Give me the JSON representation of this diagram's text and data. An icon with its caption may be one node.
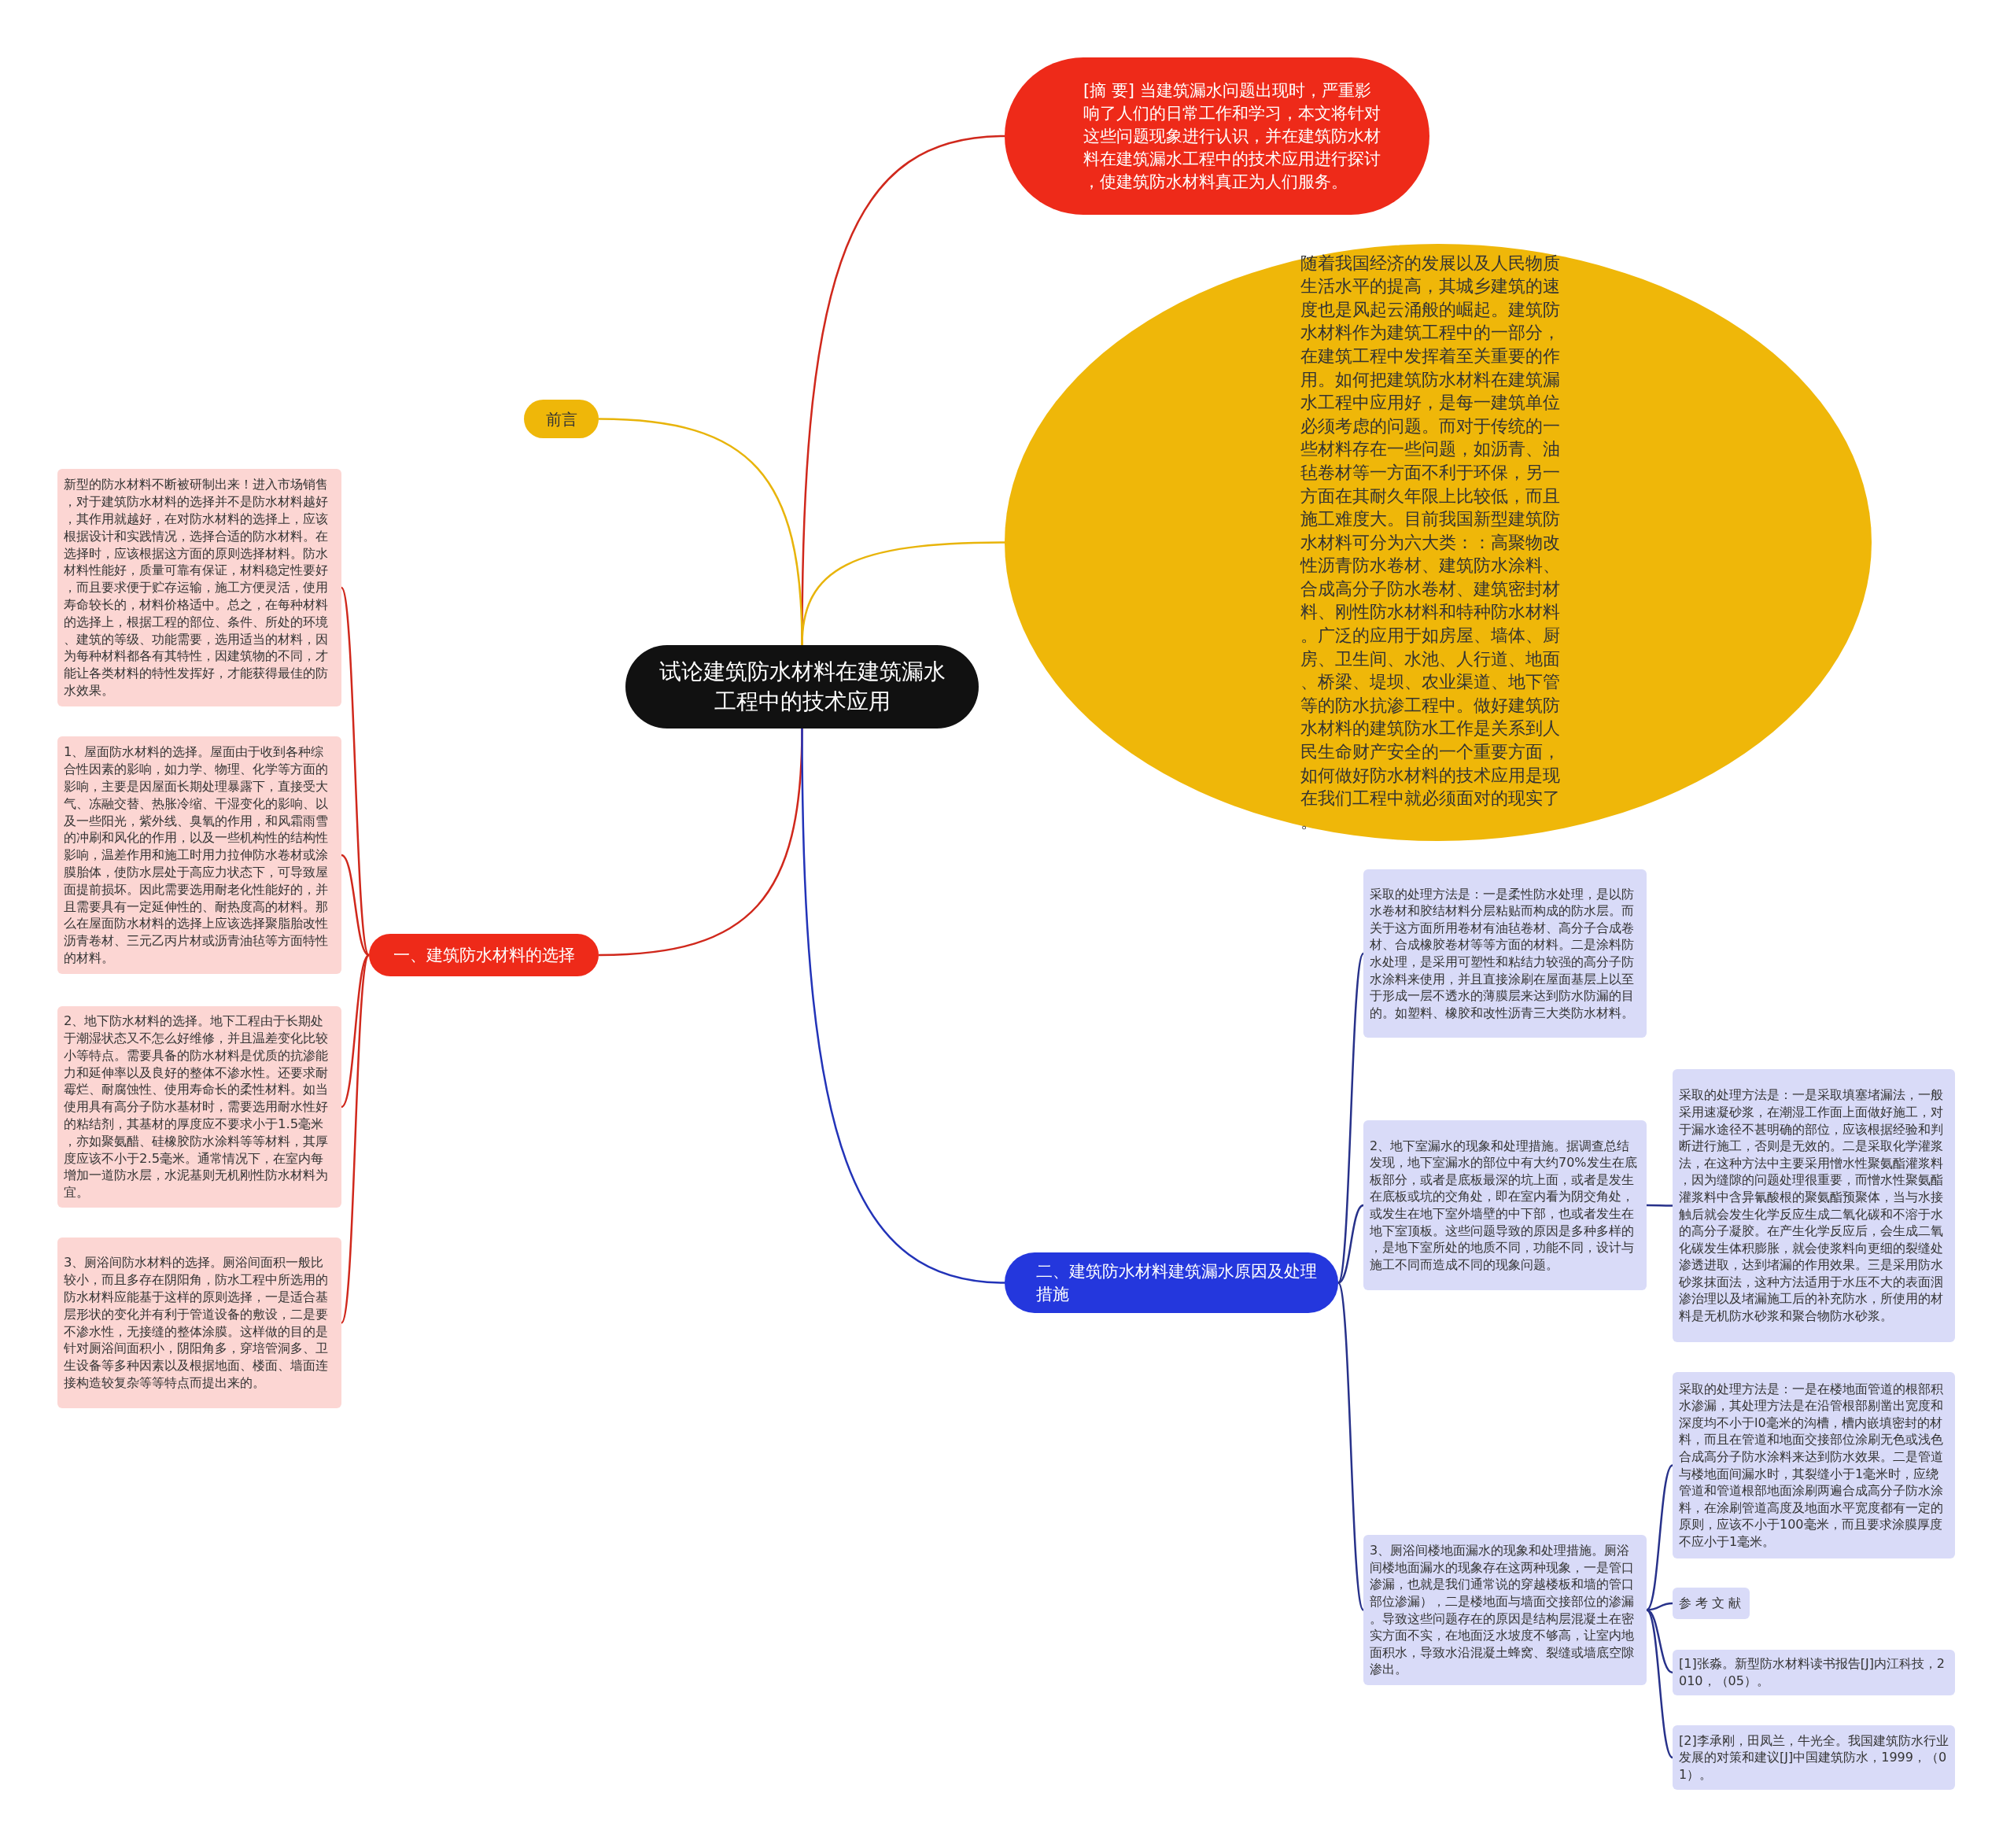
{
  "diagram": {
    "nodes": [
      {
        "text": [
          "试论建筑防水材料在建筑漏水工程中的技术应用"
        ]
      },
      {
        "text": [
          "[摘 要] 当建筑漏水问题出现时，严重影响了人们的日常工作和学习，本文将针对这些问题现象进行认识，并在建筑防水材料在建筑漏水工程中的技术应用进行探讨，使建筑防水材料真正为人们服务。"
        ]
      },
      {
        "text": [
          "前言"
        ]
      },
      {
        "text": [
          "随着我国经济的发展以及人民物质生活水平的提高，其城乡建筑的速度也是风起云涌般的崛起。建筑防水材料作为建筑工程中的一部分，在建筑工程中发挥着至关重要的作用。如何把建筑防水材料在建筑漏水工程中应用好，是每一建筑单位必须考虑的问题。而对于传统的一些材料存在一些问题，如沥青、油毡卷材等一方面不利于环保，另一方面在其耐久年限上比较低，而且施工难度大。目前我国新型建筑防水材料可分为六大类：：高聚物改性沥青防水卷材、建筑防水涂料、合成高分子防水卷材、建筑密封材料、刚性防水材料和特种防水材料。广泛的应用于如房屋、墙体、厨房、卫生间、水池、人行道、地面、桥梁、堤坝、农业渠道、地下管等的防水抗渗工程中。做好建筑防水材料的建筑防水工作是关系到人民生命财产安全的一个重要方面，如何做好防水材料的技术应用是现在我们工程中就必须面对的现实了。"
        ]
      },
      {
        "text": [
          "一、建筑防水材料的选择"
        ]
      },
      {
        "text": [
          "新型的防水材料不断被研制出来！进入市场销售，对于建筑防水材料的选择并不是防水材料越好，其作用就越好，在对防水材料的选择上，应该根据设计和实践情况，选择合适的防水材料。在选择时，应该根据这方面的原则选择材料。防水材料性能好，质量可靠有保证，材料稳定性要好，而且要求便于贮存运输，施工方便灵活，使用寿命较长的，材料价格适中。总之，在每种材料的选择上，根据工程的部位、条件、所处的环境、建筑的等级、功能需要，选用适当的材料，因为每种材料都各有其特性，因建筑物的不同，才能让各类材料的特性发挥好，才能获得最佳的防水效果。"
        ]
      },
      {
        "text": [
          "1、屋面防水材料的选择。屋面由于收到各种综合性因素的影响，如力学、物理、化学等方面的影响，主要是因屋面长期处理暴露下，直接受大气、冻融交替、热胀冷缩、干湿变化的影响、以及一些阳光，紫外线、臭氧的作用，和风霜雨雪的冲刷和风化的作用，以及一些机构性的结构性影响，温差作用和施工时用力拉伸防水卷材或涂膜胎体，使防水层处于高应力状态下，可导致屋面提前损坏。因此需要选用耐老化性能好的，并且需要具有一定延伸性的、耐热度高的材料。那么在屋面防水材料的选择上应该选择聚脂胎改性沥青卷材、三元乙丙片材或沥青油毡等方面特性的材料。"
        ]
      },
      {
        "text": [
          "2、地下防水材料的选择。地下工程由于长期处于潮湿状态又不怎么好维修，并且温差变化比较小等特点。需要具备的防水材料是优质的抗渗能力和延伸率以及良好的整体不渗水性。还要求耐霉烂、耐腐蚀性、使用寿命长的柔性材料。如当使用具有高分子防水基材时，需要选用耐水性好的粘结剂，其基材的厚度应不要求小于1.5毫米，亦如聚氨醋、硅橡胶防水涂料等等材料，其厚度应该不小于2.5毫米。通常情况下，在室内每增加一道防水层，水泥基则无机刚性防水材料为宜。"
        ]
      },
      {
        "text": [
          "3、厕浴间防水材料的选择。厕浴间面积一般比较小，而且多存在阴阳角，防水工程中所选用的防水材料应能基于这样的原则选择，一是适合基层形状的变化并有利于管道设备的敷设，二是要不渗水性，无接缝的整体涂膜。这样做的目的是针对厕浴间面积小，阴阳角多，穿培管洞多、卫生设备等多种因素以及根据地面、楼面、墙面连接构造较复杂等等特点而提出来的。"
        ]
      },
      {
        "text": [
          "二、建筑防水材料建筑漏水原因及处理措施"
        ]
      },
      {
        "text": [
          "采取的处理方法是：一是柔性防水处理，是以防水卷材和胶结材料分层粘贴而构成的防水层。而关于这方面所用卷材有油毡卷材、高分子合成卷材、合成橡胶卷材等等方面的材料。二是涂料防水处理，是采用可塑性和粘结力较强的高分子防水涂料来使用，并且直接涂刷在屋面基层上以至于形成一层不透水的薄膜层来达到防水防漏的目的。如塑料、橡胶和改性沥青三大类防水材料。"
        ]
      },
      {
        "text": [
          "2、地下室漏水的现象和处理措施。据调查总结发现，地下室漏水的部位中有大约70%发生在底板部分，或者是底板最深的坑上面，或者是发生在底板或坑的交角处，即在室内看为阴交角处，或发生在地下室外墙壁的中下部，也或者发生在地下室顶板。这些问题导致的原因是多种多样的，是地下室所处的地质不同，功能不同，设计与施工不同而造成不同的现象问题。"
        ]
      },
      {
        "text": [
          "采取的处理方法是：一是采取填塞堵漏法，一般采用速凝砂浆，在潮湿工作面上面做好施工，对于漏水途径不甚明确的部位，应该根据经验和判断进行施工，否则是无效的。二是采取化学灌浆法，在这种方法中主要采用憎水性聚氨酯灌浆料，因为缝隙的问题处理很重要，而憎水性聚氨酯灌浆料中含异氰酸根的聚氨酯预聚体，当与水接触后就会发生化学反应生成二氧化碳和不溶于水的高分子凝胶。在产生化学反应后，会生成二氧化碳发生体积膨胀，就会使浆料向更细的裂缝处渗透进取，达到堵漏的作用效果。三是采用防水砂浆抹面法，这种方法适用于水压不大的表面洇渗治理以及堵漏施工后的补充防水，所使用的材料是无机防水砂浆和聚合物防水砂浆。"
        ]
      },
      {
        "text": [
          "3、厕浴间楼地面漏水的现象和处理措施。厕浴间楼地面漏水的现象存在这两种现象，一是管口渗漏，也就是我们通常说的穿越楼板和墙的管口部位渗漏），二是楼地面与墙面交接部位的渗漏。导致这些问题存在的原因是结构层混凝土在密实方面不实，在地面泛水坡度不够高，让室内地面积水，导致水沿混凝土蜂窝、裂缝或墙底空隙渗出。"
        ]
      },
      {
        "text": [
          "采取的处理方法是：一是在楼地面管道的根部积水渗漏，其处理方法是在沿管根部剔凿出宽度和深度均不小于l0毫米的沟槽，槽内嵌填密封的材料，而且在管道和地面交接部位涂刷无色或浅色合成高分子防水涂料来达到防水效果。二是管道与楼地面间漏水时，其裂缝小于1毫米时，应绕管道和管道根部地面涂刷两遍合成高分子防水涂料，在涂刷管道高度及地面水平宽度都有一定的原则，应该不小于100毫米，而且要求涂膜厚度不应小于1毫米。"
        ]
      },
      {
        "text": [
          "参 考 文 献"
        ]
      },
      {
        "text": [
          "[1]张淼。新型防水材料读书报告[J]内江科技，2010，（05）。"
        ]
      },
      {
        "text": [
          "[2]李承刚，田凤兰，牛光全。我国建筑防水行业发展的对策和建议[J]中国建筑防水，1999，（01）。"
        ]
      }
    ],
    "edges": [
      {
        "from": 0,
        "to": 1,
        "arrow": "none",
        "color": "#d0281c"
      },
      {
        "from": 0,
        "to": 2,
        "arrow": "none",
        "color": "#e8b40a"
      },
      {
        "from": 0,
        "to": 3,
        "arrow": "none",
        "color": "#e8b40a"
      },
      {
        "from": 0,
        "to": 4,
        "arrow": "none",
        "color": "#d0281c"
      },
      {
        "from": 4,
        "to": 5,
        "arrow": "none",
        "color": "#d0281c"
      },
      {
        "from": 4,
        "to": 6,
        "arrow": "none",
        "color": "#d0281c"
      },
      {
        "from": 4,
        "to": 7,
        "arrow": "none",
        "color": "#d0281c"
      },
      {
        "from": 4,
        "to": 8,
        "arrow": "none",
        "color": "#d0281c"
      },
      {
        "from": 0,
        "to": 9,
        "arrow": "none",
        "color": "#2233b8"
      },
      {
        "from": 9,
        "to": 10,
        "arrow": "none",
        "color": "#27318a"
      },
      {
        "from": 9,
        "to": 11,
        "arrow": "none",
        "color": "#27318a"
      },
      {
        "from": 11,
        "to": 12,
        "arrow": "none",
        "color": "#27318a"
      },
      {
        "from": 9,
        "to": 13,
        "arrow": "none",
        "color": "#27318a"
      },
      {
        "from": 13,
        "to": 14,
        "arrow": "none",
        "color": "#27318a"
      },
      {
        "from": 13,
        "to": 15,
        "arrow": "none",
        "color": "#27318a"
      },
      {
        "from": 13,
        "to": 16,
        "arrow": "none",
        "color": "#27318a"
      },
      {
        "from": 13,
        "to": 17,
        "arrow": "none",
        "color": "#27318a"
      }
    ]
  }
}
